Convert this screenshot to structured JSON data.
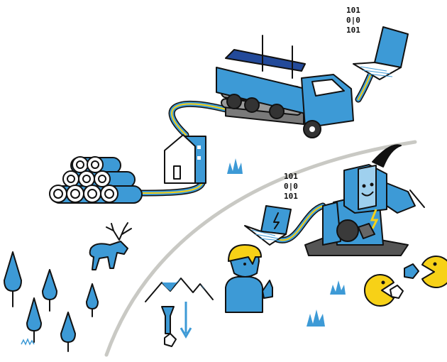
{
  "colors": {
    "blue": "#3d9ad6",
    "light_blue": "#9fd0ee",
    "dark_blue": "#234a9a",
    "yellow": "#f7d117",
    "ink": "#111111",
    "path_gray": "#c9c9c4",
    "log_gray": "#7a7a7a"
  },
  "binary_top": [
    "101",
    "0|0",
    "101"
  ],
  "binary_mid": [
    "101",
    "0|0",
    "101"
  ],
  "icons": [
    "log-pile-icon",
    "house-icon",
    "logging-truck-icon",
    "laptop-icon",
    "cable-icon",
    "mining-robot-icon",
    "pickaxe-icon",
    "worker-thumbs-up-icon",
    "elk-icon",
    "tree-icon",
    "mountain-icon",
    "pacman-icon",
    "ore-rock-icon",
    "grass-icon"
  ]
}
